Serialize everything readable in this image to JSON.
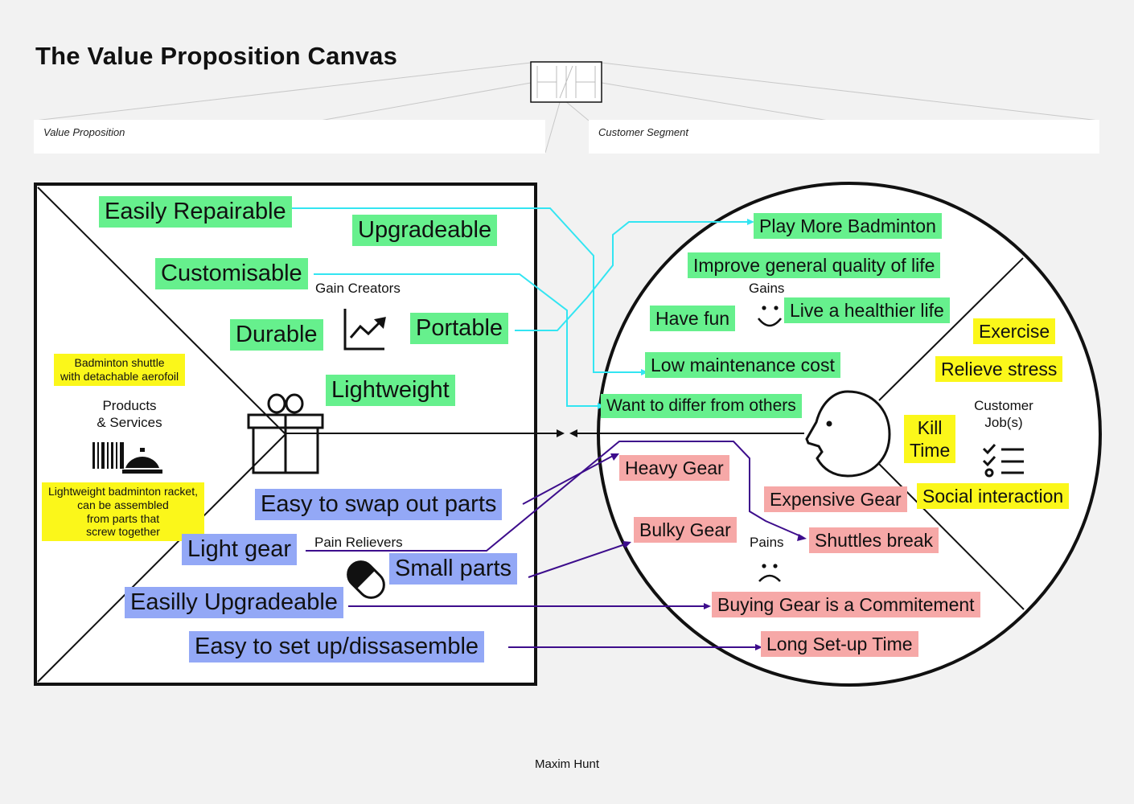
{
  "header": {
    "title": "The Value Proposition Canvas",
    "value_proposition_label": "Value Proposition",
    "customer_segment_label": "Customer Segment"
  },
  "value_map": {
    "gain_creators_label": "Gain Creators",
    "products_services_label": "Products\n& Services",
    "pain_relievers_label": "Pain Relievers",
    "gain_creators": [
      "Easily Repairable",
      "Upgradeable",
      "Customisable",
      "Durable",
      "Portable",
      "Lightweight"
    ],
    "products": [
      "Badminton shuttle\nwith detachable aerofoil",
      "Lightweight badminton racket,\ncan be assembled\nfrom parts that\nscrew together"
    ],
    "pain_relievers": [
      "Easy to swap out parts",
      "Light gear",
      "Small parts",
      "Easilly Upgradeable",
      "Easy to set up/dissasemble"
    ]
  },
  "customer_profile": {
    "gains_label": "Gains",
    "jobs_label": "Customer\nJob(s)",
    "pains_label": "Pains",
    "gains": [
      "Play More Badminton",
      "Improve general quality of life",
      "Have fun",
      "Live a healthier life",
      "Low maintenance cost",
      "Want to differ from others"
    ],
    "jobs": [
      "Exercise",
      "Relieve stress",
      "Kill\nTime",
      "Social interaction"
    ],
    "pains": [
      "Heavy Gear",
      "Expensive Gear",
      "Shuttles break",
      "Bulky Gear",
      "Buying Gear is a Commitement",
      "Long Set-up Time"
    ]
  },
  "footer": {
    "author": "Maxim Hunt"
  },
  "colors": {
    "background": "#f2f2f2",
    "gain_note": "#66f08d",
    "pain_reliever_note": "#93a8f6",
    "pain_note": "#f6a8a7",
    "job_note": "#fbf71a",
    "gain_connector": "#33e5f2",
    "pain_connector": "#3d0d8c"
  },
  "icons": [
    "gift-icon",
    "chart-up-icon",
    "barcode-icon",
    "service-bell-icon",
    "pill-icon",
    "smile-icon",
    "frown-icon",
    "checklist-icon",
    "face-profile-icon",
    "canvas-thumbnail-icon"
  ]
}
